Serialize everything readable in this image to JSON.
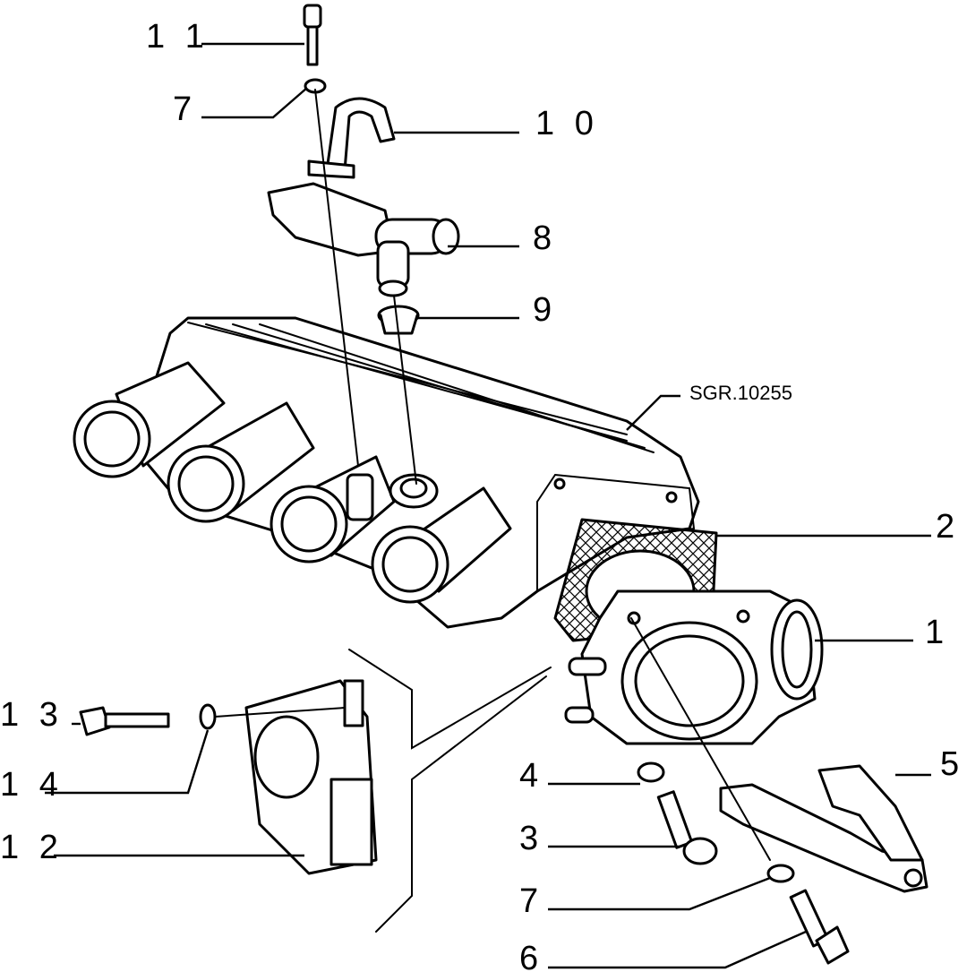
{
  "drawing_code": "SGR.10255",
  "callouts": [
    {
      "id": "c11",
      "text": "1 1"
    },
    {
      "id": "c7a",
      "text": "7"
    },
    {
      "id": "c10",
      "text": "1 0"
    },
    {
      "id": "c8",
      "text": "8"
    },
    {
      "id": "c9",
      "text": "9"
    },
    {
      "id": "c2",
      "text": "2"
    },
    {
      "id": "c1",
      "text": "1"
    },
    {
      "id": "c13",
      "text": "1 3"
    },
    {
      "id": "c14",
      "text": "1 4"
    },
    {
      "id": "c12",
      "text": "1 2"
    },
    {
      "id": "c4",
      "text": "4"
    },
    {
      "id": "c5",
      "text": "5"
    },
    {
      "id": "c3",
      "text": "3"
    },
    {
      "id": "c7b",
      "text": "7"
    },
    {
      "id": "c6",
      "text": "6"
    }
  ]
}
